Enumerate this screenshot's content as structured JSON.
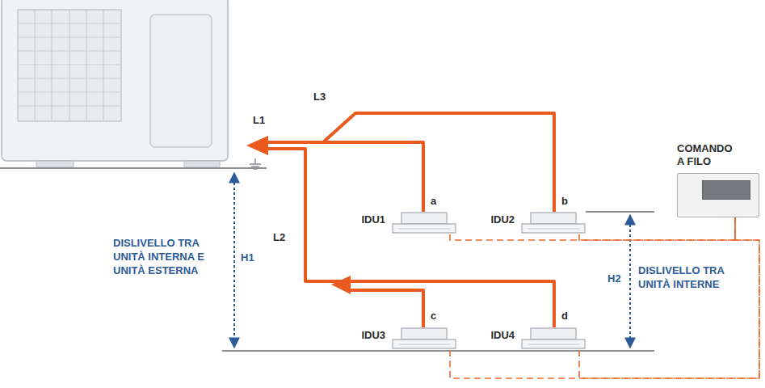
{
  "diagram": {
    "nodes": [
      {
        "text": [
          "IDU1"
        ]
      },
      {
        "text": [
          "IDU2"
        ]
      },
      {
        "text": [
          "COMANDO A FILO"
        ]
      },
      {
        "text": [
          "IDU3"
        ]
      },
      {
        "text": [
          "IDU4"
        ]
      }
    ],
    "edges": [
      {
        "from": 0,
        "to": 2,
        "arrow": "none"
      },
      {
        "from": 1,
        "to": 2,
        "arrow": "none"
      },
      {
        "from": 3,
        "to": 2,
        "arrow": "none"
      },
      {
        "from": 4,
        "to": 2,
        "arrow": "none"
      }
    ],
    "labels": [
      "L1",
      "L3",
      "L2",
      "a",
      "b",
      "c",
      "d",
      "DISLIVELLO TRA UNITÀ INTERNA E UNITÀ ESTERNA",
      "H1",
      "H2",
      "DISLIVELLO TRA UNITÀ INTERNE"
    ]
  }
}
